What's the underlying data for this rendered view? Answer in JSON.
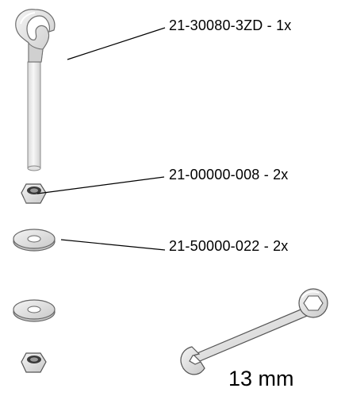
{
  "parts": [
    {
      "part_number": "21-30080-3ZD",
      "quantity": "1x",
      "label": "21-30080-3ZD - 1x",
      "icon": "hook-bolt-icon"
    },
    {
      "part_number": "21-00000-008",
      "quantity": "2x",
      "label": "21-00000-008 - 2x",
      "icon": "hex-nut-icon"
    },
    {
      "part_number": "21-50000-022",
      "quantity": "2x",
      "label": "21-50000-022 - 2x",
      "icon": "washer-icon"
    }
  ],
  "tool": {
    "label": "13 mm",
    "icon": "combination-wrench-icon"
  },
  "colors": {
    "line": "#000000",
    "part_outline": "#555555",
    "part_fill": "#ececec",
    "background": "#ffffff"
  }
}
